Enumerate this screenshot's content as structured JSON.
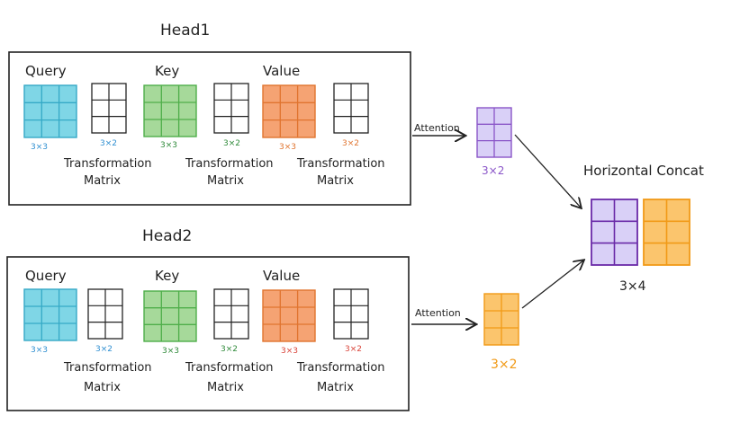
{
  "colors": {
    "query": "#7fd6e6",
    "query_stroke": "#35a9c6",
    "key": "#a6d99a",
    "key_stroke": "#4fae4a",
    "value": "#f5a373",
    "value_stroke": "#e0742f",
    "purple_fill": "#d9d0f7",
    "purple_stroke": "#6a2aa8",
    "orange_fill": "#fbc56d",
    "orange_stroke": "#f19a17",
    "label_blue": "#2f8fd1",
    "label_green": "#2f8a3a",
    "label_orange": "#e0742f",
    "label_red": "#d9443a",
    "label_purple": "#8a55c8",
    "ink": "#222222"
  },
  "heads": [
    {
      "title": "Head1",
      "query_label": "Query",
      "key_label": "Key",
      "value_label": "Value",
      "query_dim": "3×3",
      "key_dim": "3×3",
      "value_dim": "3×3",
      "tq_dim": "3×2",
      "tk_dim": "3×2",
      "tv_dim": "3×2",
      "tf_line1": "Transformation",
      "tf_line2": "Matrix",
      "attention_label": "Attention",
      "output_dim": "3×2"
    },
    {
      "title": "Head2",
      "query_label": "Query",
      "key_label": "Key",
      "value_label": "Value",
      "query_dim": "3×3",
      "key_dim": "3×3",
      "value_dim": "3×3",
      "tq_dim": "3×2",
      "tk_dim": "3×2",
      "tv_dim": "3×2",
      "tf_line1": "Transformation",
      "tf_line2": "Matrix",
      "attention_label": "Attention",
      "output_dim": "3×2"
    }
  ],
  "concat": {
    "title": "Horizontal Concat",
    "dim": "3×4"
  }
}
